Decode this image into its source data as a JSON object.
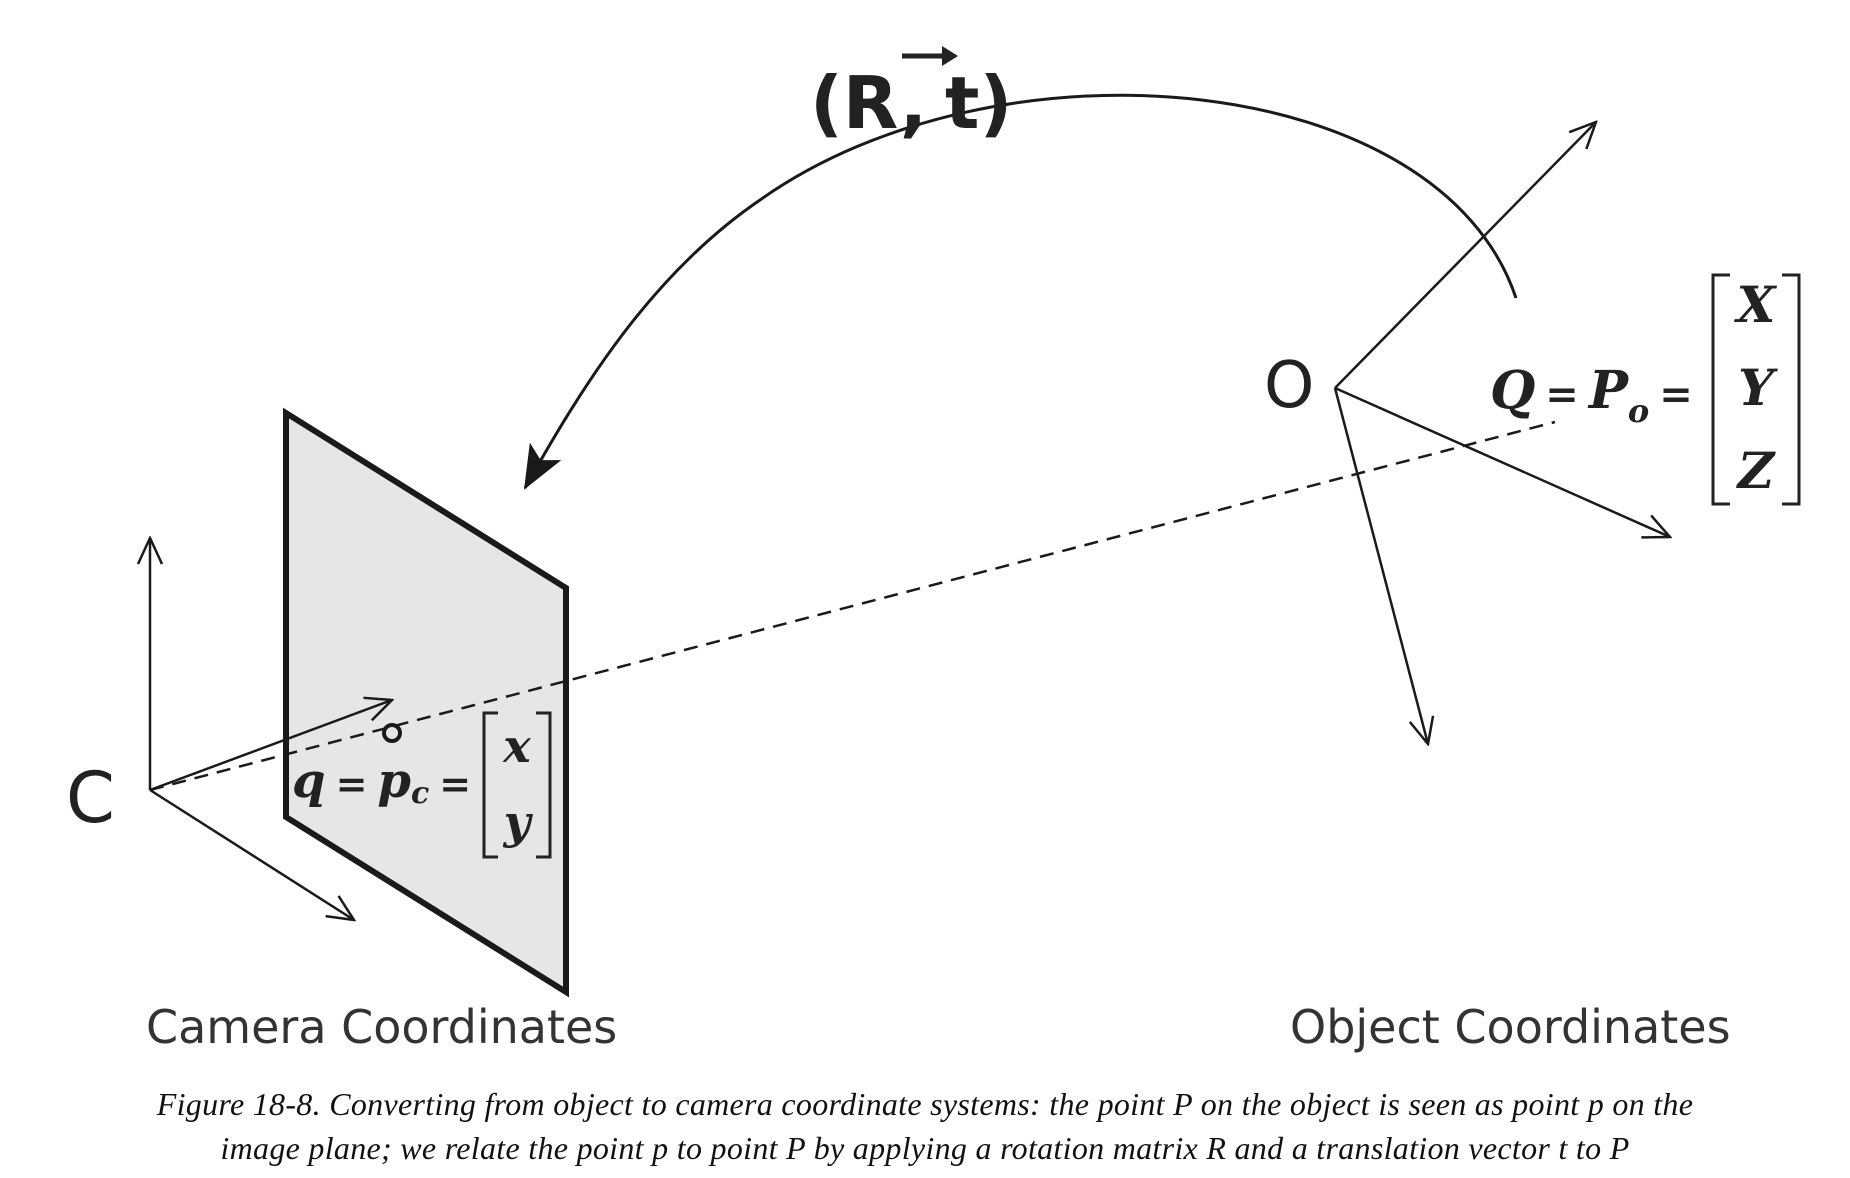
{
  "transform_label": {
    "R": "R",
    "comma": ",",
    "t": "t",
    "open": "(",
    "close": ")"
  },
  "object": {
    "origin_label": "O",
    "eq_Q": "Q",
    "eq_equals1": "=",
    "eq_P": "P",
    "eq_sub": "o",
    "eq_equals2": "=",
    "vector": [
      "X",
      "Y",
      "Z"
    ],
    "caption": "Object Coordinates"
  },
  "camera": {
    "origin_label": "C",
    "eq_q": "q",
    "eq_equals1": "=",
    "eq_p": "p",
    "eq_sub": "c",
    "eq_equals2": "=",
    "vector": [
      "x",
      "y"
    ],
    "caption": "Camera Coordinates"
  },
  "figure_caption": {
    "line1": "Figure 18-8. Converting from object to camera coordinate systems: the point P on the object is seen as point p on the",
    "line2": "image plane; we relate the point p to point P by applying a rotation matrix R and a translation vector t to P"
  },
  "colors": {
    "stroke": "#1a1a1a",
    "plane_fill": "#e6e6e6",
    "text": "#222222"
  }
}
